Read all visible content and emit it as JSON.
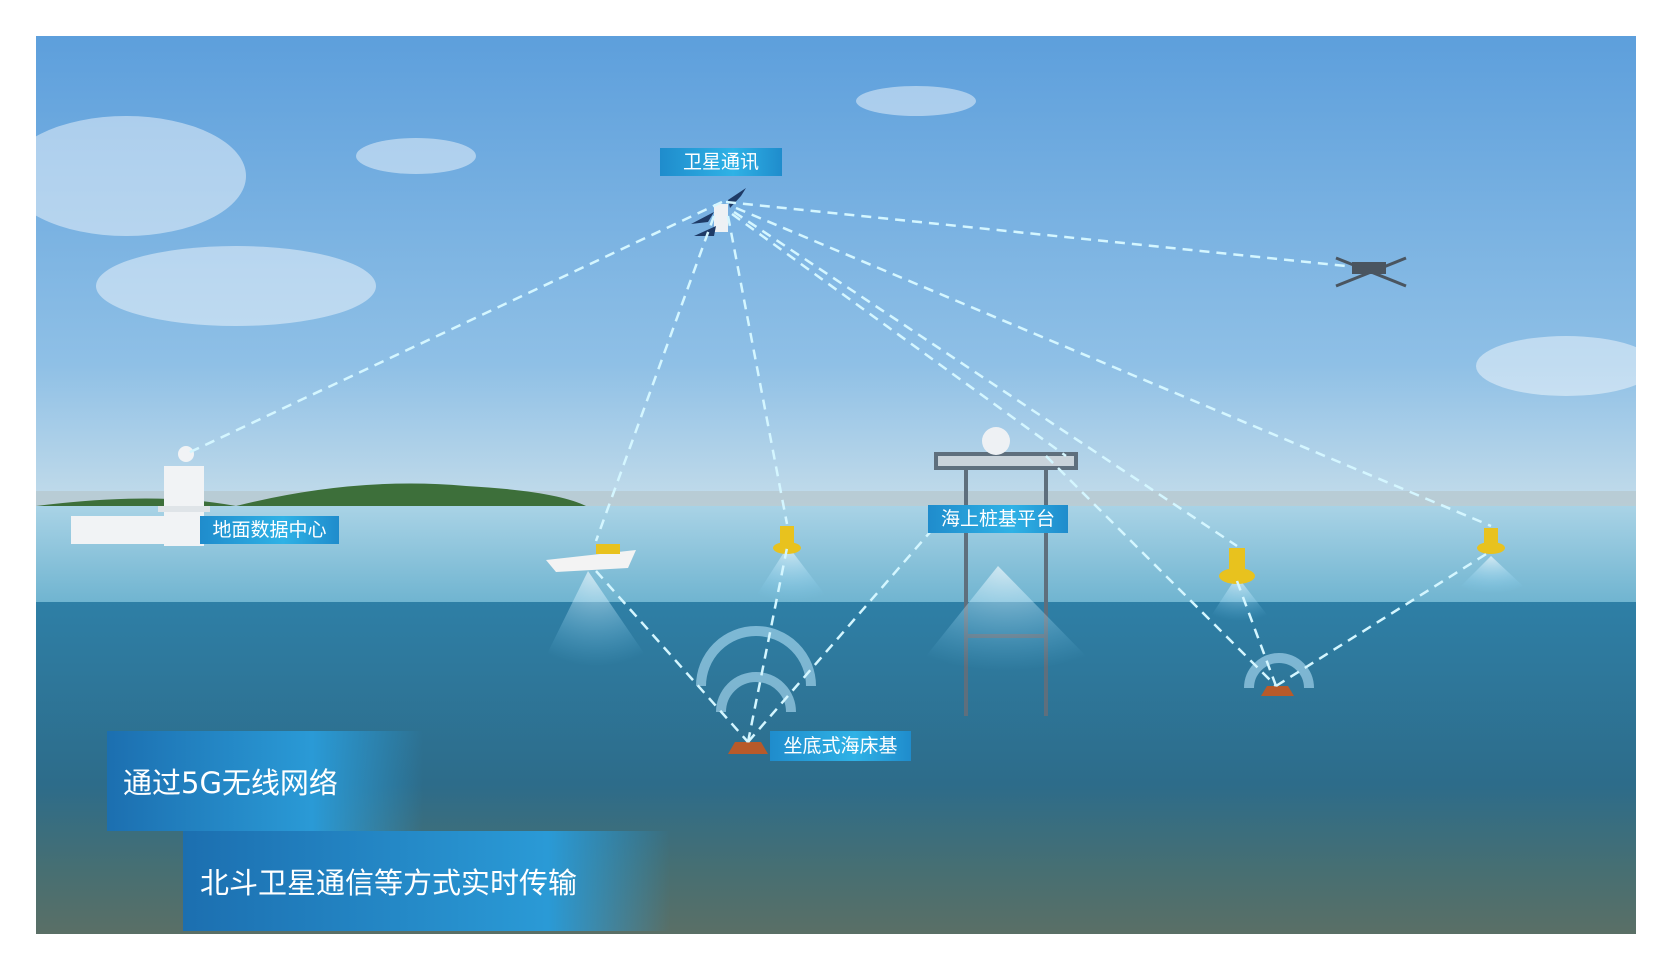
{
  "labels": {
    "satellite": "卫星通讯",
    "ground_center": "地面数据中心",
    "platform": "海上桩基平台",
    "seabed": "坐底式海床基"
  },
  "banners": {
    "line1": "通过5G无线网络",
    "line2": "北斗卫星通信等方式实时传输"
  },
  "colors": {
    "label_bg": "#2a9ad6",
    "link": "#bff3ff",
    "buoy": "#e8c21e"
  }
}
